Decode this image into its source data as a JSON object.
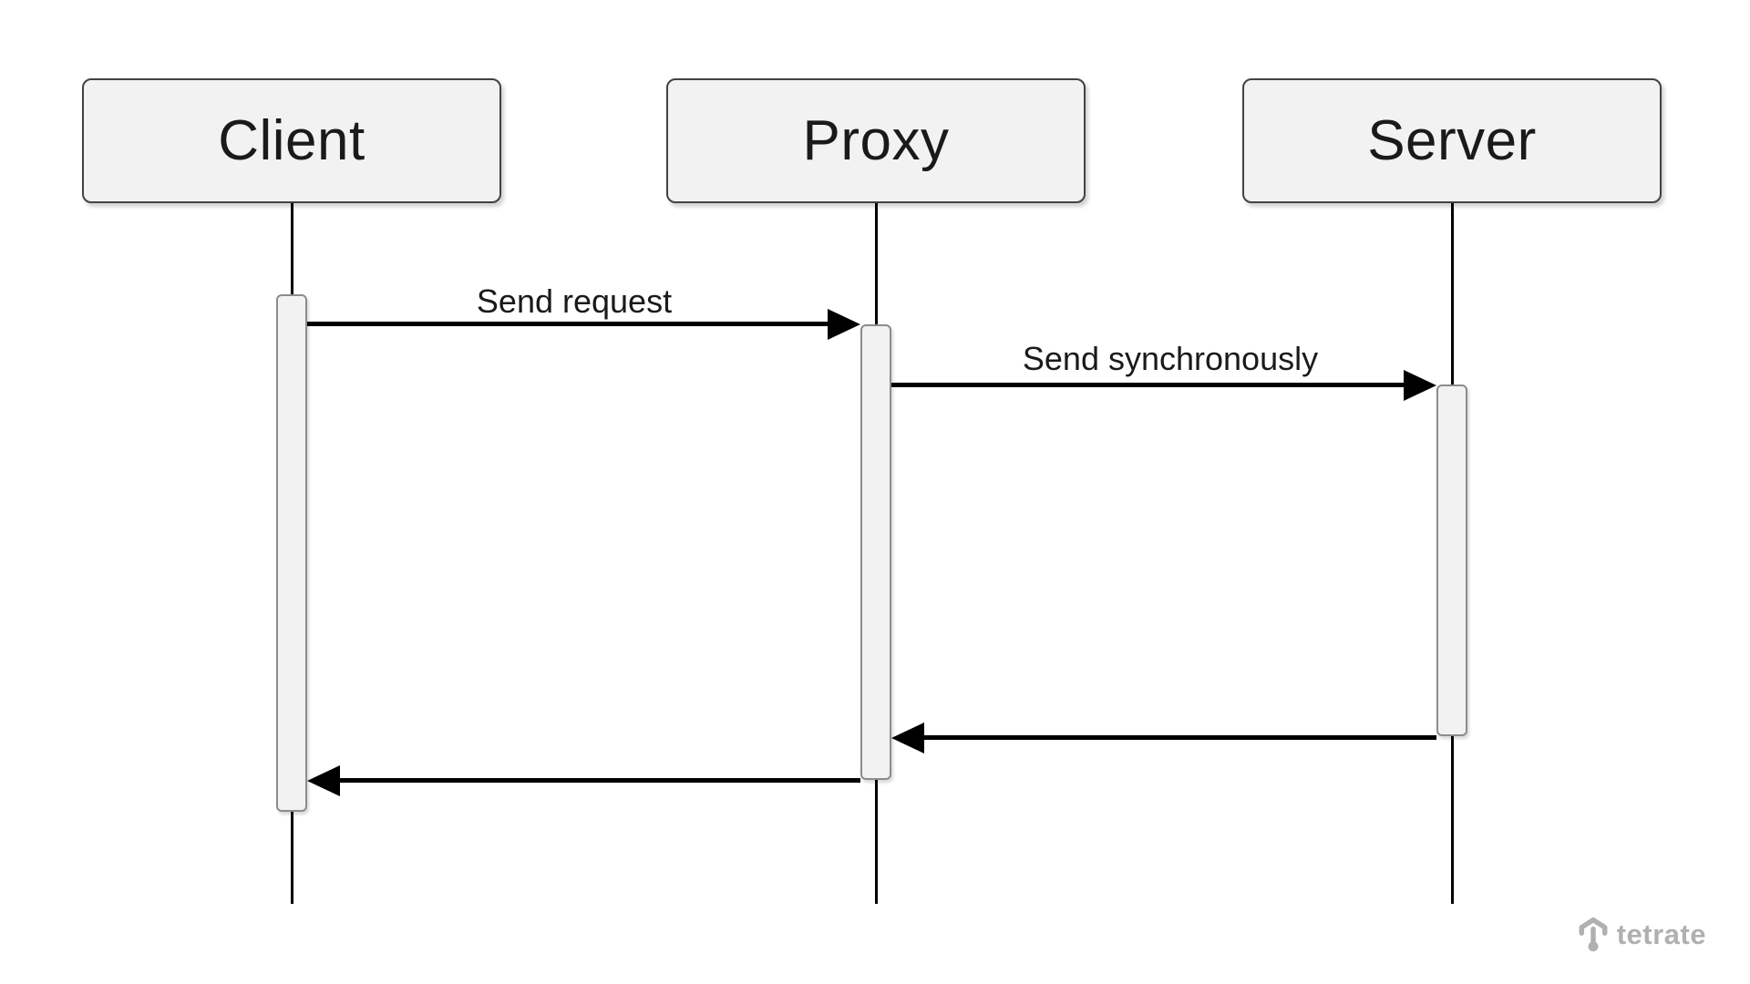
{
  "diagram": {
    "type": "sequence",
    "actors": [
      {
        "name": "Client"
      },
      {
        "name": "Proxy"
      },
      {
        "name": "Server"
      }
    ],
    "messages": [
      {
        "label": "Send request",
        "from": "Client",
        "to": "Proxy",
        "style": "solid-arrow"
      },
      {
        "label": "Send synchronously",
        "from": "Proxy",
        "to": "Server",
        "style": "solid-arrow"
      },
      {
        "label": "",
        "from": "Server",
        "to": "Proxy",
        "style": "solid-arrow"
      },
      {
        "label": "",
        "from": "Proxy",
        "to": "Client",
        "style": "solid-arrow"
      }
    ]
  },
  "branding": {
    "logo_text": "tetrate"
  },
  "colors": {
    "background": "#ffffff",
    "shape_fill": "#f2f2f2",
    "shape_border": "#424242",
    "activation_border": "#8c8c8c",
    "line": "#000000",
    "text": "#1a1a1a",
    "logo_gray": "#b0b0b0"
  }
}
